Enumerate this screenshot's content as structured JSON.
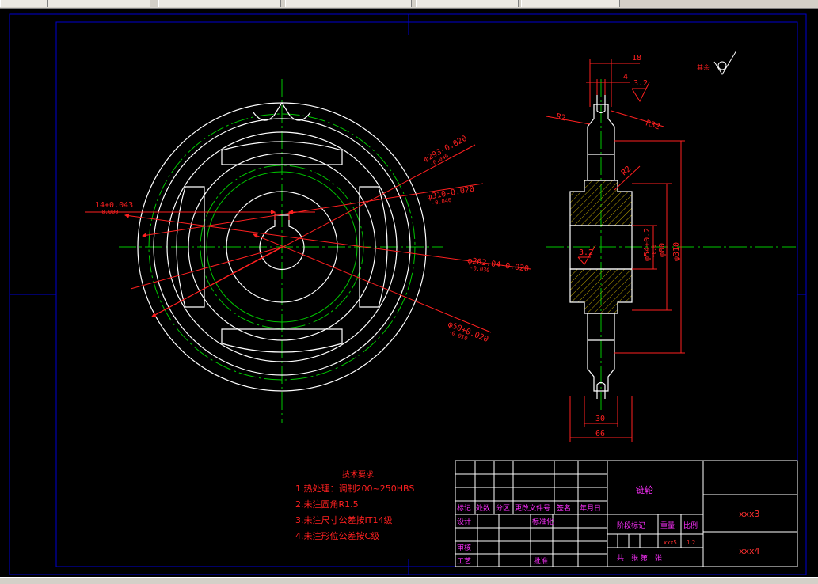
{
  "tabs": [
    {
      "label": ""
    },
    {
      "label": ""
    },
    {
      "label": ""
    },
    {
      "label": ""
    },
    {
      "label": ""
    },
    {
      "label": ""
    }
  ],
  "colors": {
    "background": "#000000",
    "outline": "#ffffff",
    "centerline": "#00c800",
    "dimension": "#ff2020",
    "hatch": "#b8a000",
    "frame": "#0000d0",
    "table_text": "#ff30ff",
    "table_text_red": "#ff3030"
  },
  "drawing": {
    "dims": {
      "keyway": "14+0.043\n   -0.000",
      "d293": "φ293-0.020\n      -0.040",
      "d310": "φ310-0.020\n      -0.040",
      "d262": "φ262.04-0.020\n          -0.030",
      "d50": "φ50+0.020\n     -0.010",
      "w18": "18",
      "w4": "4",
      "r2a": "R2",
      "r32": "R32",
      "r2b": "R2",
      "d54": "φ54+0.2\n     -0.0",
      "d80": "φ80",
      "d310b": "φ310",
      "w30": "30",
      "w66": "66",
      "rough1": "3.2",
      "rough2": "3.2",
      "rest_label": "其余"
    },
    "notes": {
      "title": "技术要求",
      "lines": [
        "1.热处理：调制200~250HBS",
        "2.未注圆角R1.5",
        "3.未注尺寸公差按IT14级",
        "4.未注形位公差按C级"
      ]
    },
    "titleblock": {
      "part_name": "链轮",
      "cells": {
        "biaoji": "标记",
        "chushu": "处数",
        "fenqu": "分区",
        "gengai": "更改文件号",
        "qianming": "签名",
        "nianyueri": "年月日",
        "sheji": "设计",
        "biaozhunhua": "标准化",
        "jieduan": "阶段标记",
        "zhongliang": "重量",
        "bili": "比例",
        "weight_val": "xxx5",
        "scale_val": "1:2",
        "shenhe": "审核",
        "gongyi": "工艺",
        "pizhun": "批准",
        "gong_zhang": "共　张 第　张",
        "xxx3": "xxx3",
        "xxx4": "xxx4"
      }
    }
  }
}
